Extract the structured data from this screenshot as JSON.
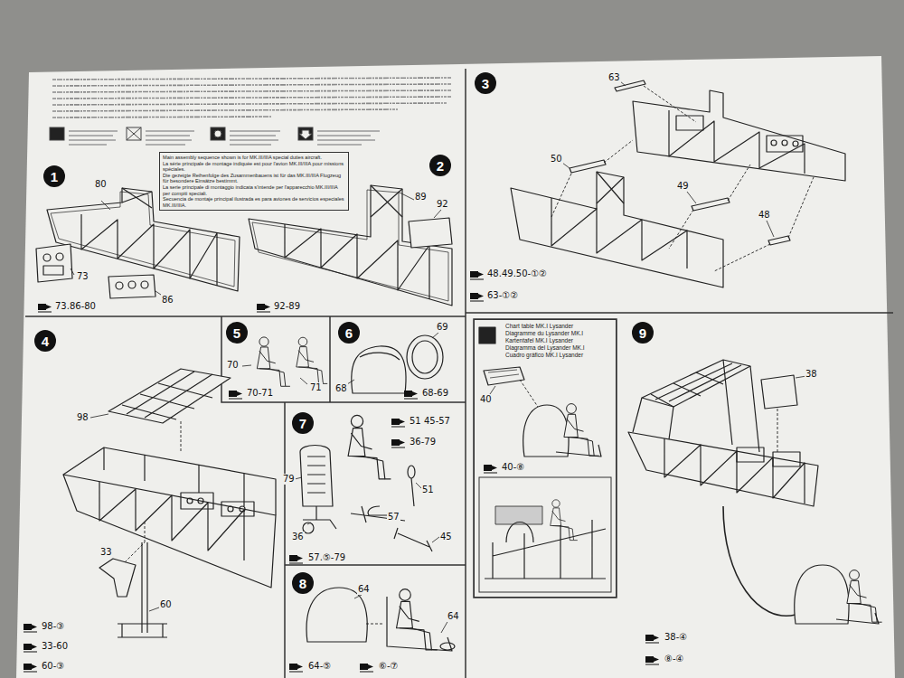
{
  "diagram": {
    "nodes": [
      {
        "text": [
          "Main assembly sequence shown is for MK.III/IIIA special duties aircraft.",
          "La série principale de montage indiquée est pour l'avion MK.III/IIIA pour missions spéciales.",
          "Die gezeigte Reihenfolge des Zusammenbauens ist für das MK.III/IIIA Flugzeug für besondere Einsätze bestimmt.",
          "La serie principale di montaggio indicata s'intende per l'apparecchio MK.III/IIIA per compiti speciali.",
          "Secuencia de montaje principal ilustrada es para aviones de servicios especiales MK.III/IIIA."
        ]
      },
      {
        "text": [
          "1"
        ]
      },
      {
        "text": [
          "2"
        ]
      },
      {
        "text": [
          "3"
        ]
      },
      {
        "text": [
          "4"
        ]
      },
      {
        "text": [
          "5"
        ]
      },
      {
        "text": [
          "6"
        ]
      },
      {
        "text": [
          "7"
        ]
      },
      {
        "text": [
          "Chart table MK.I Lysander",
          "Diagramme du Lysander MK.I",
          "Kartentafel MK.I Lysander",
          "Diagramma del Lysander MK.I",
          "Cuadro gráfico MK.I Lysander"
        ]
      },
      {
        "text": [
          "8"
        ]
      },
      {
        "text": [
          "9"
        ]
      }
    ],
    "labels": [
      "80",
      "73",
      "86",
      "73.86-80",
      "89",
      "92",
      "92-89",
      "63",
      "50",
      "49",
      "48",
      "48.49.50-①②",
      "63-①②",
      "98",
      "33",
      "60",
      "98-③",
      "33-60",
      "60-③",
      "70",
      "71",
      "70-71",
      "69",
      "68",
      "68-69",
      "51 45-57",
      "36-79",
      "79",
      "51",
      "36",
      "57",
      "45",
      "57.⑤-79",
      "64",
      "64",
      "64-⑤",
      "⑥-⑦",
      "40",
      "40-⑧",
      "38",
      "38-④",
      "⑧-④"
    ]
  }
}
